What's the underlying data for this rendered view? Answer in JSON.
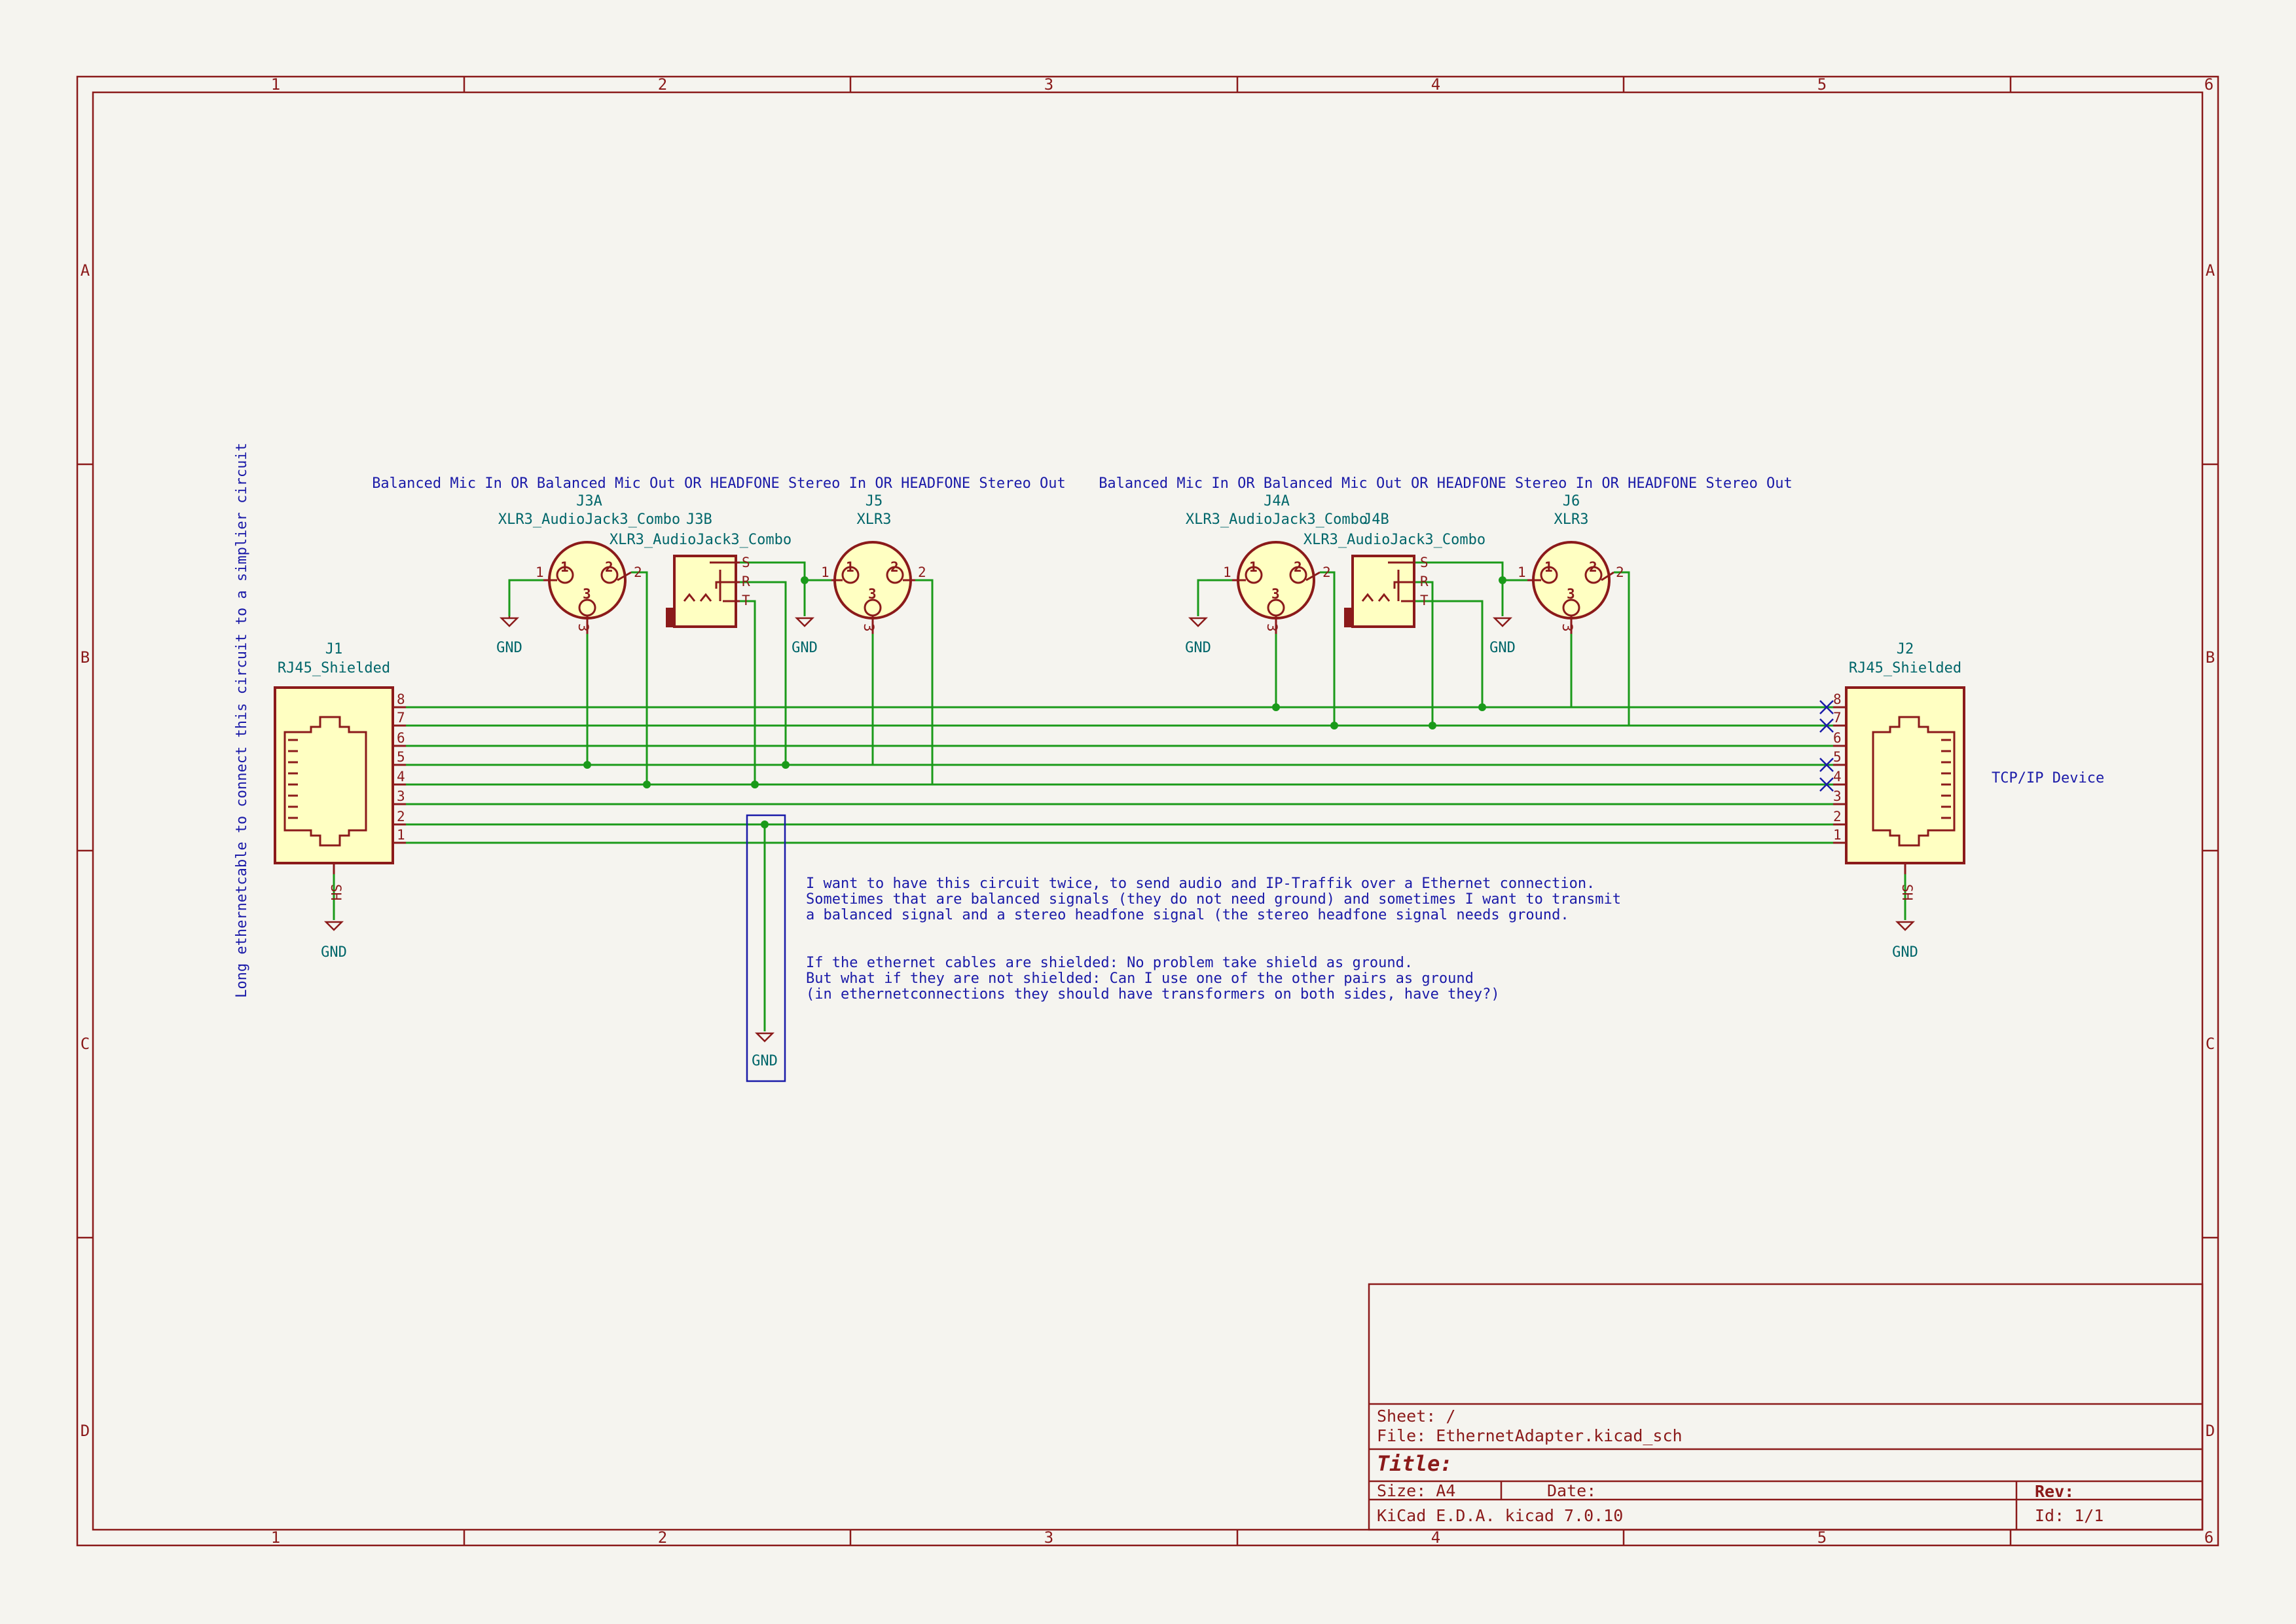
{
  "frame": {
    "columns": [
      "1",
      "2",
      "3",
      "4",
      "5",
      "6"
    ],
    "rows": [
      "A",
      "B",
      "C",
      "D"
    ]
  },
  "components": {
    "j1": {
      "ref": "J1",
      "value": "RJ45_Shielded",
      "pins": [
        "8",
        "7",
        "6",
        "5",
        "4",
        "3",
        "2",
        "1"
      ],
      "shield_pin": "SH"
    },
    "j2": {
      "ref": "J2",
      "value": "RJ45_Shielded",
      "pins": [
        "8",
        "7",
        "6",
        "5",
        "4",
        "3",
        "2",
        "1"
      ],
      "shield_pin": "SH"
    },
    "j3a": {
      "ref": "J3A",
      "value": "XLR3_AudioJack3_Combo",
      "pins": [
        "1",
        "2",
        "3"
      ]
    },
    "j3b": {
      "ref": "J3B",
      "value": "XLR3_AudioJack3_Combo",
      "pins": [
        "S",
        "R",
        "T"
      ]
    },
    "j5": {
      "ref": "J5",
      "value": "XLR3",
      "pins": [
        "1",
        "2",
        "3"
      ]
    },
    "j4a": {
      "ref": "J4A",
      "value": "XLR3_AudioJack3_Combo",
      "pins": [
        "1",
        "2",
        "3"
      ]
    },
    "j4b": {
      "ref": "J4B",
      "value": "XLR3_AudioJack3_Combo",
      "pins": [
        "S",
        "R",
        "T"
      ]
    },
    "j6": {
      "ref": "J6",
      "value": "XLR3",
      "pins": [
        "1",
        "2",
        "3"
      ]
    }
  },
  "power_label": "GND",
  "notes": {
    "left_title": "Balanced Mic In OR Balanced Mic Out OR HEADFONE Stereo In OR HEADFONE Stereo Out",
    "right_title": "Balanced Mic In OR Balanced Mic Out OR HEADFONE Stereo In OR HEADFONE Stereo Out",
    "vertical": "Long ethernetcable to connect this circuit to a simplier circuit",
    "tcp": "TCP/IP Device",
    "para1": [
      "I want to have this circuit twice, to send audio and IP-Traffik over a Ethernet connection.",
      "Sometimes that are balanced signals (they do not need ground) and sometimes I want to transmit",
      "a balanced signal and a stereo headfone signal (the stereo headfone signal needs ground."
    ],
    "para2": [
      "If the ethernet cables are shielded: No problem take shield as ground.",
      "But what if they are not shielded: Can I use one of the other pairs as ground",
      "(in ethernetconnections they should have transformers on both sides, have they?)"
    ]
  },
  "title_block": {
    "sheet": "Sheet: /",
    "file": "File: EthernetAdapter.kicad_sch",
    "title": "Title:",
    "size": "Size: A4",
    "date": "Date:",
    "rev": "Rev:",
    "tool": "KiCad E.D.A.  kicad 7.0.10",
    "id": "Id: 1/1"
  }
}
